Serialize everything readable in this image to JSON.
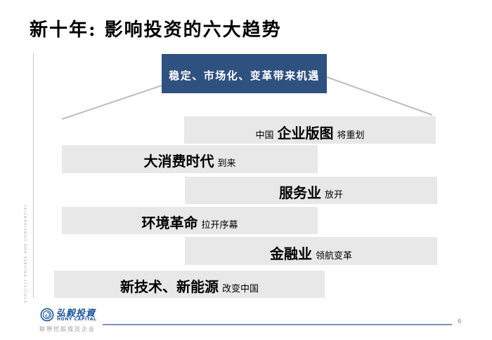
{
  "slide": {
    "title": "新十年: 影响投资的六大趋势",
    "roof_box_label": "稳定、市场化、变革带来机遇",
    "bars": [
      {
        "prefix": "中国",
        "main": "企业版图",
        "suffix": "将重划"
      },
      {
        "main": "大消费时代",
        "suffix": "到来"
      },
      {
        "main": "服务业",
        "suffix": "放开"
      },
      {
        "main": "环境革命",
        "suffix": "拉开序幕"
      },
      {
        "main": "金融业",
        "suffix": "领航变革"
      },
      {
        "main": "新技术、新能源",
        "suffix": "改变中国"
      }
    ],
    "side_label": "STRICTLY PRIVATE AND CONFIDENTIAL",
    "footer": {
      "logo_name_cn": "弘毅投資",
      "logo_name_en": "HONY CAPITAL",
      "logo_tagline": "联想控股成员企业",
      "page_number": "6"
    },
    "colors": {
      "roof_box_bg": "#2E5180",
      "bar_bg": "#E8E8E8",
      "roof_line": "#BDBDBD",
      "footer_line": "#7A90BC",
      "logo_blue": "#17549E",
      "muted_gray": "#9A9A9A"
    },
    "icons": {
      "logo_icon": "hony-capital-seal-icon"
    }
  }
}
